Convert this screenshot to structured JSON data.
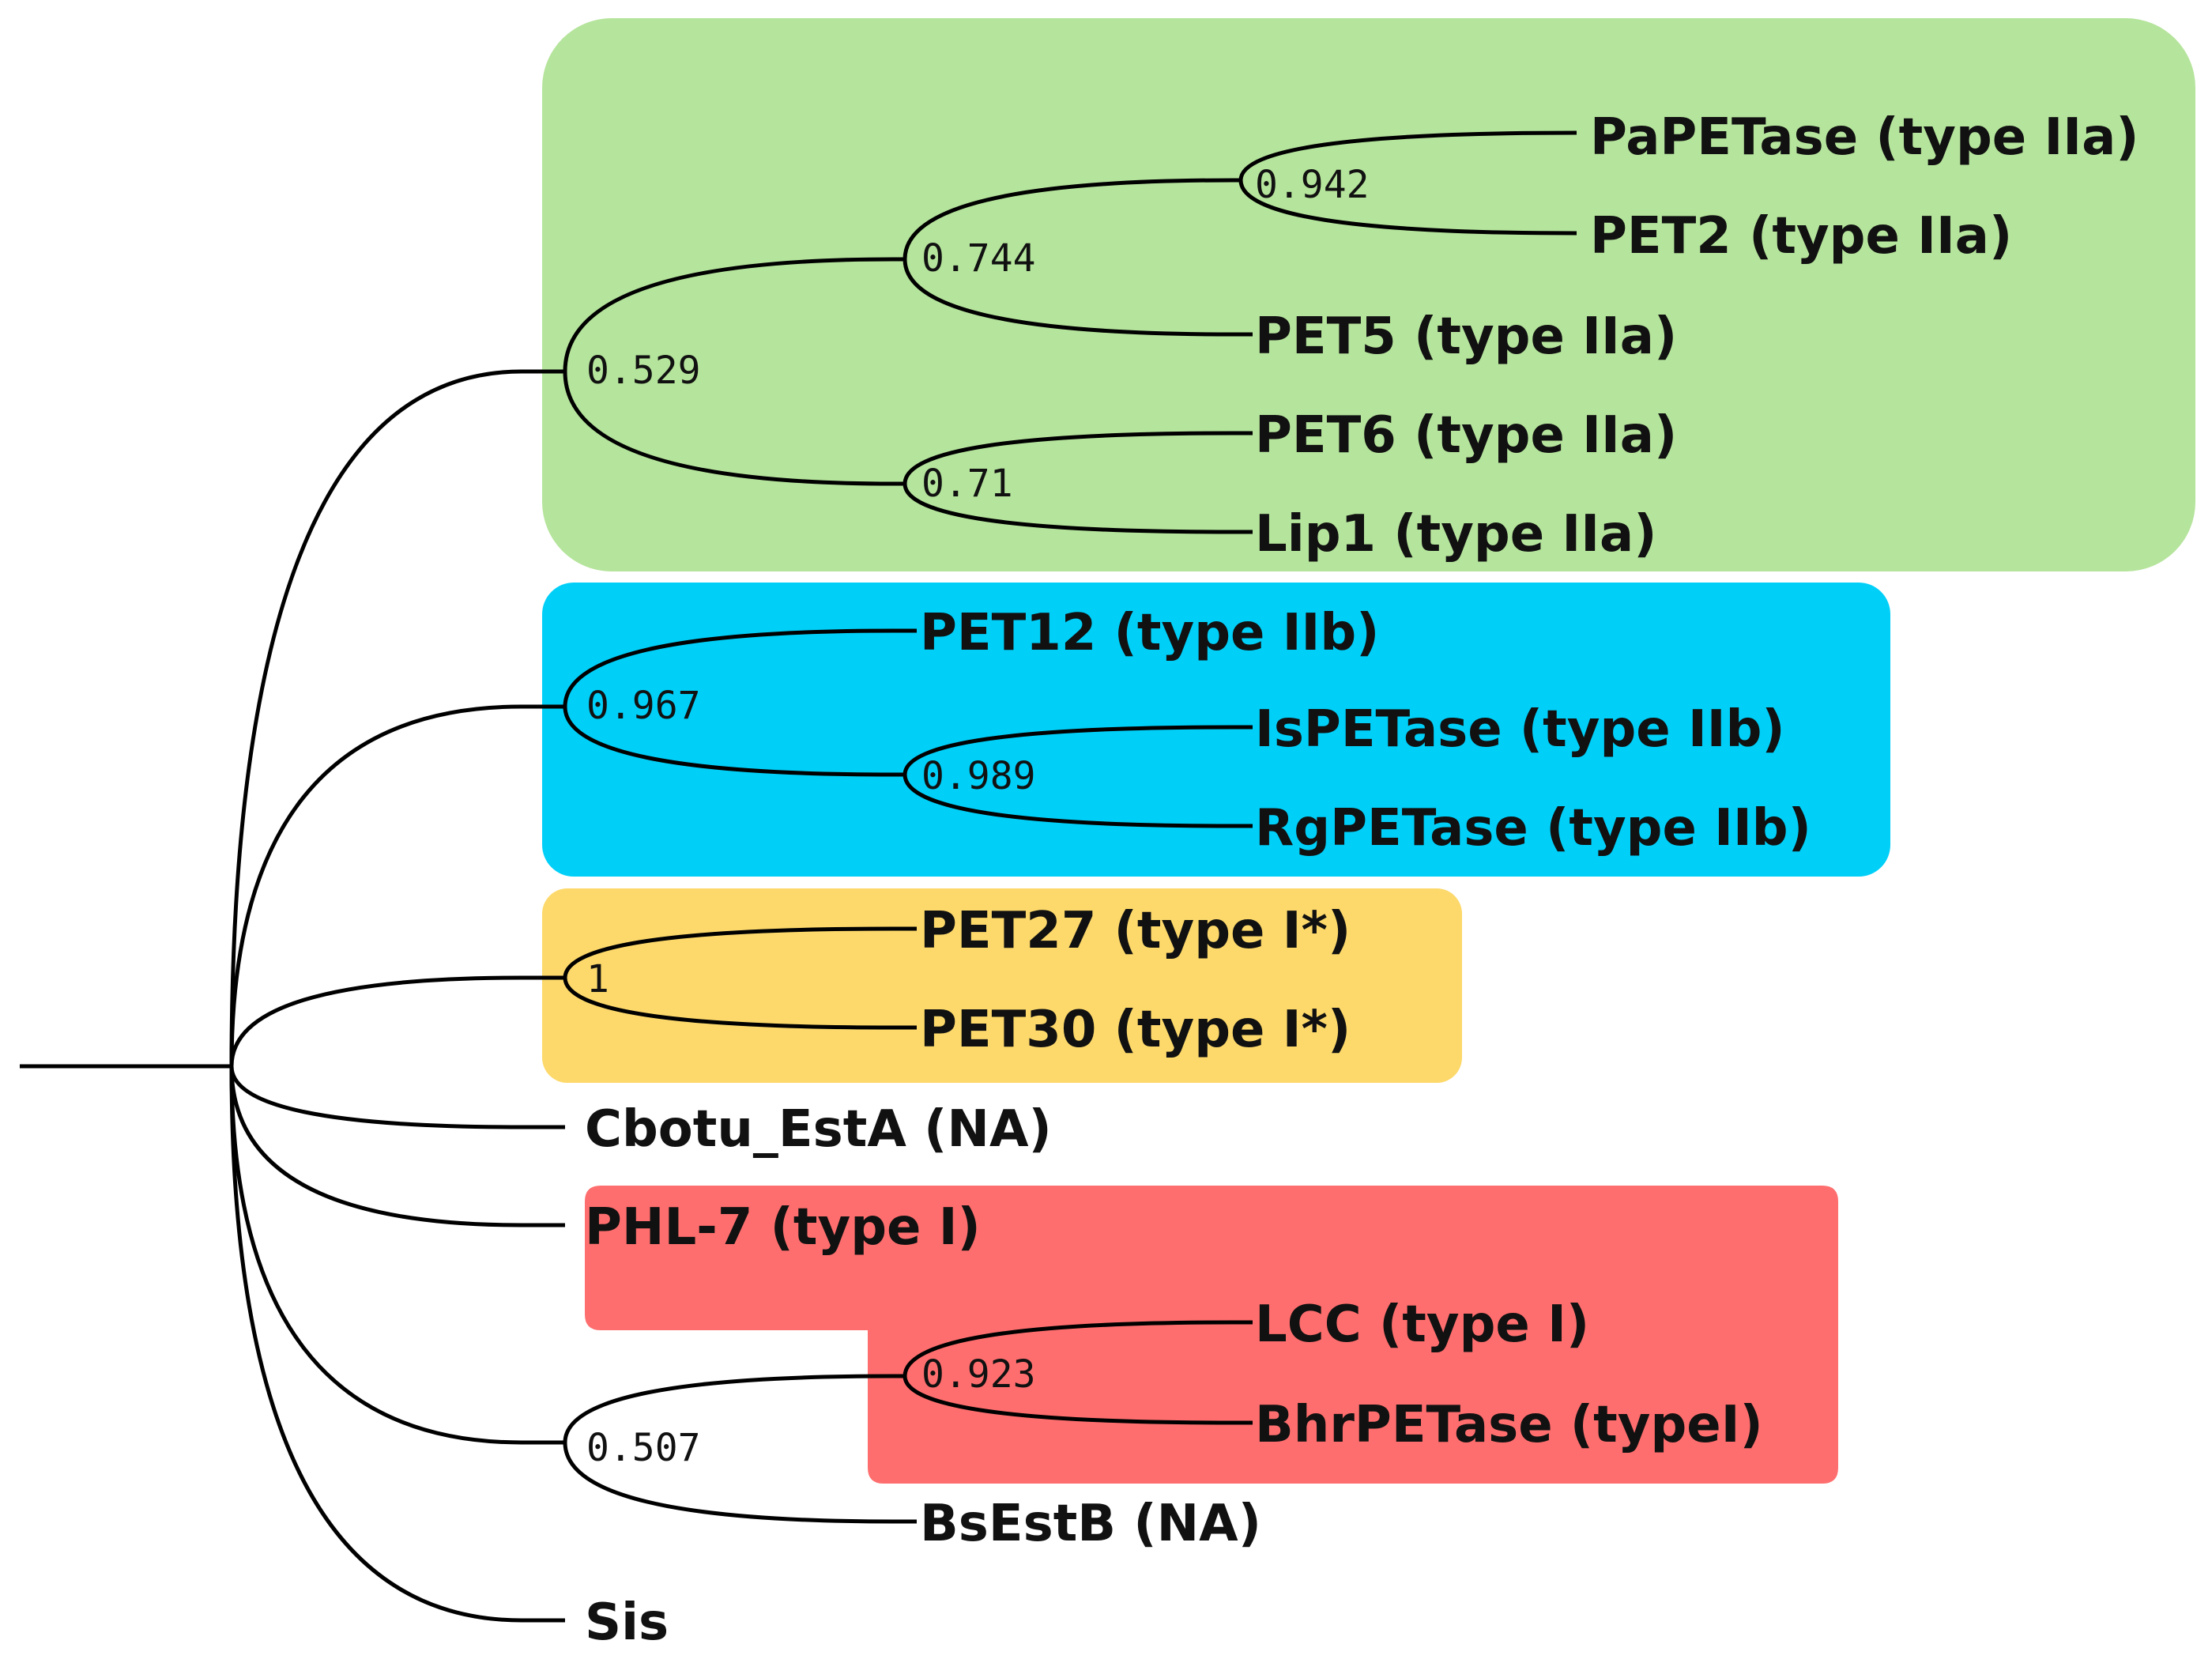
{
  "colors": {
    "type_IIa_clade": "#b5e49c",
    "type_IIb_clade": "#00cff8",
    "type_I_star_clade": "#fdd96b",
    "type_I_clade": "#ff6e6e",
    "branch": "#000000",
    "text": "#111111"
  },
  "tree": {
    "leaves": {
      "papetase": "PaPETase (type IIa)",
      "pet2": "PET2 (type IIa)",
      "pet5": "PET5 (type IIa)",
      "pet6": "PET6 (type IIa)",
      "lip1": "Lip1 (type IIa)",
      "pet12": "PET12 (type IIb)",
      "ispetase": "IsPETase (type IIb)",
      "rgpetase": "RgPETase (type IIb)",
      "pet27": "PET27 (type I*)",
      "pet30": "PET30 (type I*)",
      "cbotu_esta": "Cbotu_EstA (NA)",
      "phl7": "PHL-7 (type I)",
      "lcc": "LCC (type I)",
      "bhrpetase": "BhrPETase (typeI)",
      "bsestb": "BsEstB (NA)",
      "sis": "Sis"
    },
    "support": {
      "papetase_pet2": "0.942",
      "pa_pet2_pet5": "0.744",
      "type_iia_root": "0.529",
      "pet6_lip1": "0.71",
      "type_iib_root": "0.967",
      "is_rg": "0.989",
      "pet27_pet30": "1",
      "lcc_bhr": "0.923",
      "lcc_bhr_bsestb": "0.507"
    }
  }
}
